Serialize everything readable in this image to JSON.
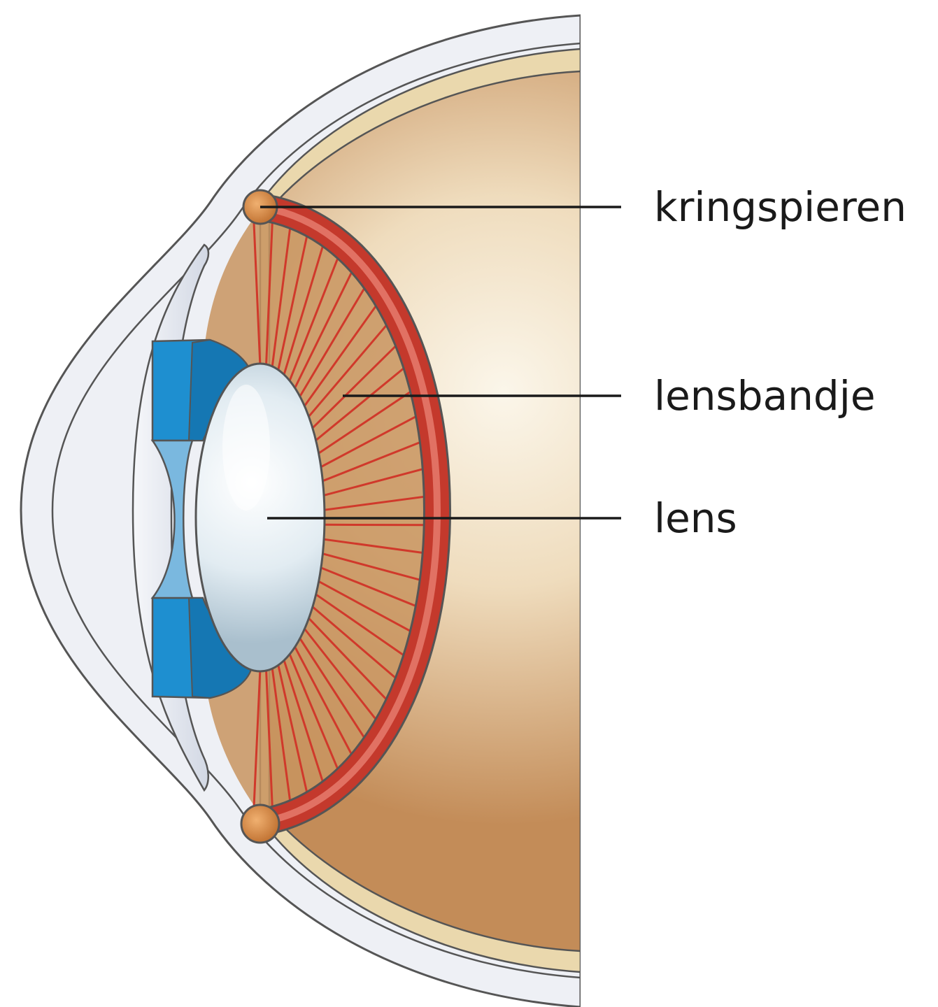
{
  "diagram": {
    "labels": {
      "ciliary_muscle": "kringspieren",
      "zonule": "lensbandje",
      "lens": "lens"
    },
    "colors": {
      "outer_membrane": "#eef0f5",
      "outline": "#555555",
      "sclera_band": "#ead8ad",
      "eye_interior_dark": "#c8945f",
      "eye_interior_light": "#f7f0de",
      "muscle_ring": "#c4392c",
      "muscle_knob": "#d68a4a",
      "zonule_fibres": "#d0392b",
      "iris": "#1e8fd0",
      "lens": "#dbe7ef",
      "cornea": "#dde2ec",
      "label_text": "#1a1a1a"
    }
  }
}
